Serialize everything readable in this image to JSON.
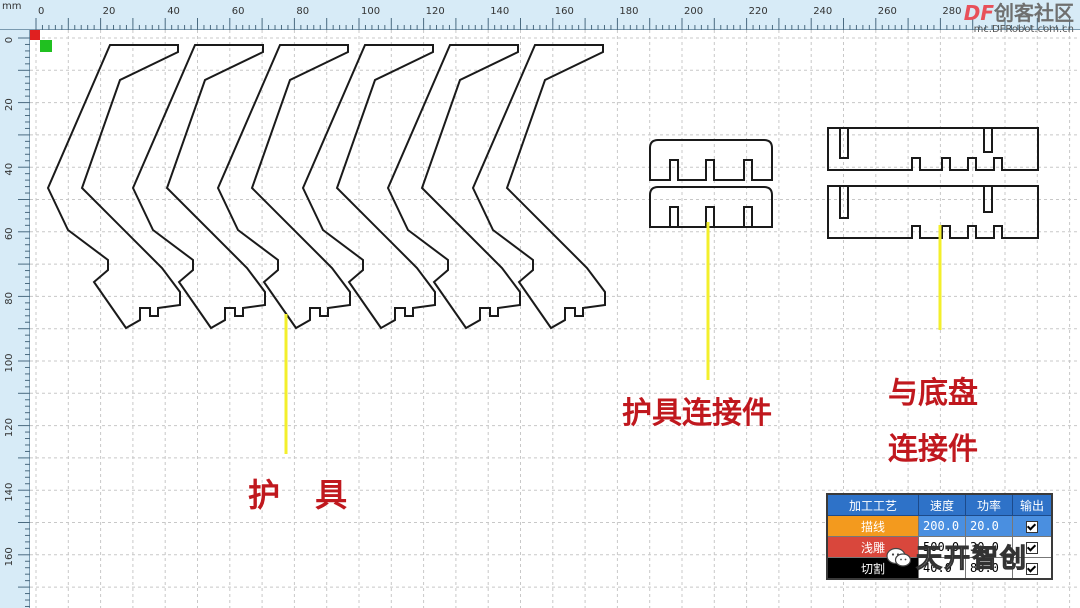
{
  "rulers": {
    "unit": "mm",
    "top_ticks": [
      "0",
      "20",
      "40",
      "60",
      "80",
      "100",
      "120",
      "140",
      "160",
      "180",
      "200",
      "220",
      "240",
      "260",
      "280"
    ],
    "left_ticks": [
      "0",
      "20",
      "40",
      "60",
      "80",
      "100",
      "120",
      "140",
      "160"
    ]
  },
  "watermark": {
    "logo_df": "DF",
    "logo_cn": "创客社区",
    "url": "mc.DFRobot.com.cn"
  },
  "labels": {
    "guard": "护 具",
    "connector": "护具连接件",
    "base_line1": "与底盘",
    "base_line2": "连接件"
  },
  "process_table": {
    "headers": {
      "process": "加工工艺",
      "speed": "速度",
      "power": "功率",
      "output": "输出"
    },
    "rows": [
      {
        "name": "描线",
        "speed": "200.0",
        "power": "20.0",
        "output": true,
        "color": "#f39a1e",
        "text_color": "#ffffff"
      },
      {
        "name": "浅雕",
        "speed": "500.0",
        "power": "30.0",
        "output": true,
        "color": "#d9473c",
        "text_color": "#ffffff"
      },
      {
        "name": "切割",
        "speed": "40.0",
        "power": "80.0",
        "output": true,
        "color": "#000000",
        "text_color": "#ffffff"
      }
    ]
  },
  "wechat_overlay": {
    "text": "天开智创"
  },
  "colors": {
    "ruler_bg": "#d7ebf7",
    "grid": "#c8c8c8",
    "stroke": "#1a1a1a",
    "label_red": "#c0181e",
    "leader_yellow": "#f3ef2b",
    "origin_red": "#e02020",
    "origin_green": "#20c020"
  }
}
